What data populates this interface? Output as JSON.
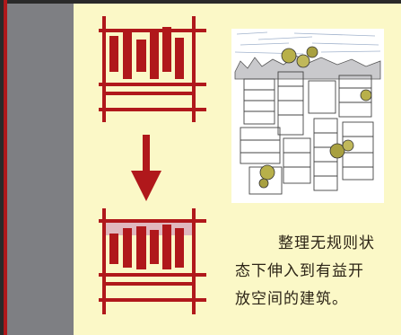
{
  "caption": {
    "line1": "整理无规则状",
    "line2": "态下伸入到有益开",
    "line3": "放空间的建筑。"
  },
  "colors": {
    "panel_background": "#fbf8c7",
    "side_panel": "#7e7f83",
    "accent_red": "#b0181b",
    "highlight_pink": "#e0b8be",
    "caption_text": "#2c2416"
  },
  "icons": {
    "top": "irregular-bars-diagram-icon",
    "arrow": "down-arrow-icon",
    "bottom": "organized-bars-diagram-icon",
    "sketch": "urban-building-sketch-icon"
  }
}
